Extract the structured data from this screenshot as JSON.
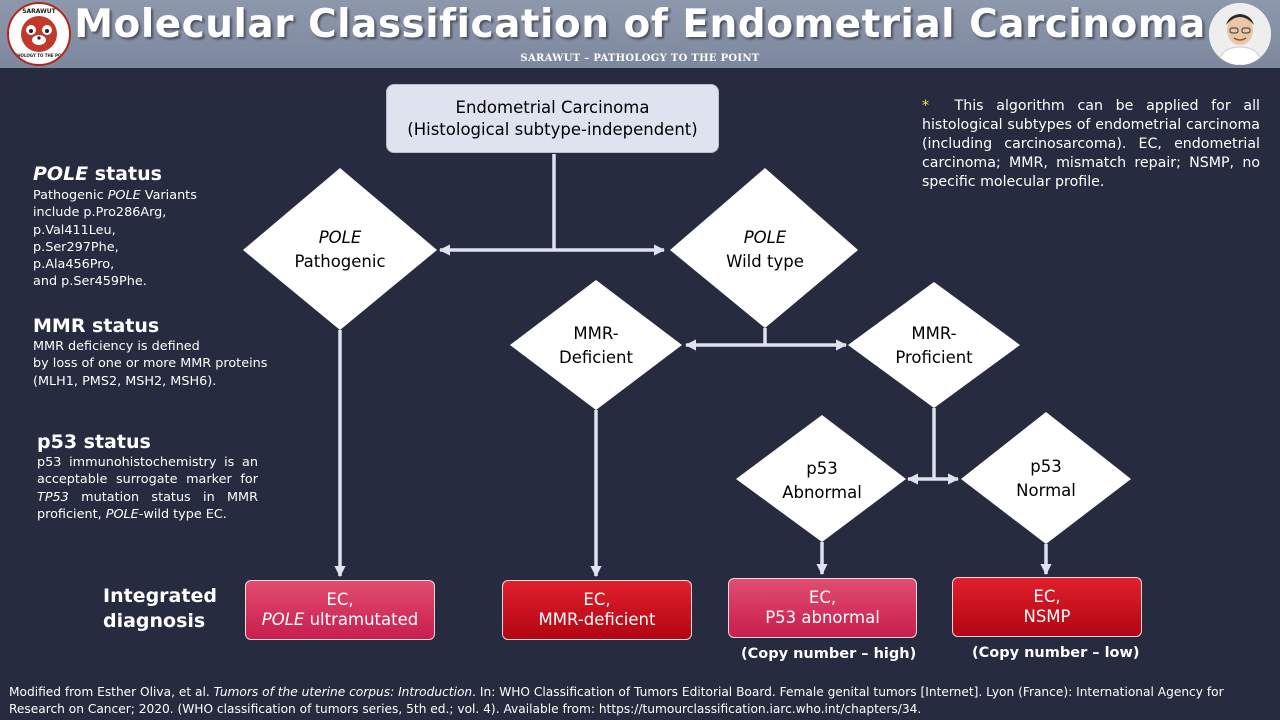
{
  "header": {
    "title": "Molecular Classification of Endometrial Carcinoma",
    "subtitle": "SARAWUT – PATHOLOGY TO THE POINT",
    "logo_text_top": "SARAWUT",
    "logo_text_bottom": "PATHOLOGY TO THE POINT"
  },
  "top_box": {
    "line1": "Endometrial Carcinoma",
    "line2": "(Histological subtype-independent)"
  },
  "note": {
    "star": "*",
    "text": "This algorithm can be applied for all histological subtypes of endometrial carcinoma (including carcinosarcoma). EC, endometrial carcinoma; MMR, mismatch repair; NSMP, no specific molecular profile."
  },
  "nodes": {
    "pole_pathogenic": {
      "line1": "POLE",
      "line2": "Pathogenic"
    },
    "pole_wild": {
      "line1": "POLE",
      "line2": "Wild type"
    },
    "mmr_deficient": {
      "line1": "MMR-",
      "line2": "Deficient"
    },
    "mmr_proficient": {
      "line1": "MMR-",
      "line2": "Proficient"
    },
    "p53_abnormal": {
      "line1": "p53",
      "line2": "Abnormal"
    },
    "p53_normal": {
      "line1": "p53",
      "line2": "Normal"
    }
  },
  "sidebar": {
    "pole": {
      "title_italic": "POLE",
      "title_rest": " status",
      "l1_a": "Pathogenic ",
      "l1_b": "POLE",
      "l1_c": " Variants",
      "l2": "include p.Pro286Arg,",
      "l3": "p.Val411Leu,",
      "l4": "p.Ser297Phe,",
      "l5": "p.Ala456Pro,",
      "l6": "and p.Ser459Phe."
    },
    "mmr": {
      "title": "MMR status",
      "l1": "MMR deficiency is defined",
      "l2": "by loss of one or more MMR proteins",
      "l3": "(MLH1, PMS2, MSH2, MSH6)."
    },
    "p53": {
      "title": "p53 status",
      "t1": "p53 immunohistochemistry is an acceptable surrogate marker for ",
      "t2": "TP53",
      "t3": " mutation status in MMR proficient, ",
      "t4": "POLE",
      "t5": "-wild type EC."
    }
  },
  "integrated": {
    "line1": "Integrated",
    "line2": "diagnosis"
  },
  "results": {
    "pole": {
      "line1": "EC,",
      "line2_italic": "POLE",
      "line2_rest": " ultramutated"
    },
    "mmrd": {
      "line1": "EC,",
      "line2": "MMR-deficient"
    },
    "p53abn": {
      "line1": "EC,",
      "line2": "P53 abnormal",
      "copy": "(Copy number – high)"
    },
    "nsmp": {
      "line1": "EC,",
      "line2": "NSMP",
      "copy": "(Copy number – low)"
    }
  },
  "footer": {
    "a": "Modified from Esther Oliva, et al. ",
    "b": "Tumors of the uterine corpus: Introduction",
    "c": ". In: WHO Classification of Tumors Editorial Board. Female genital tumors [Internet]. Lyon (France): International Agency for Research on Cancer; 2020. (WHO classification of tumors series, 5th ed.; vol. 4). Available from: https://tumourclassification.iarc.who.int/chapters/34."
  },
  "colors": {
    "background": "#272b40",
    "header": "#8e98ad",
    "diamond": "#ffffff",
    "connector": "#dfe2ef",
    "result_pink": "#d83660",
    "result_red": "#cc0f1e",
    "star": "#f4e64b"
  }
}
